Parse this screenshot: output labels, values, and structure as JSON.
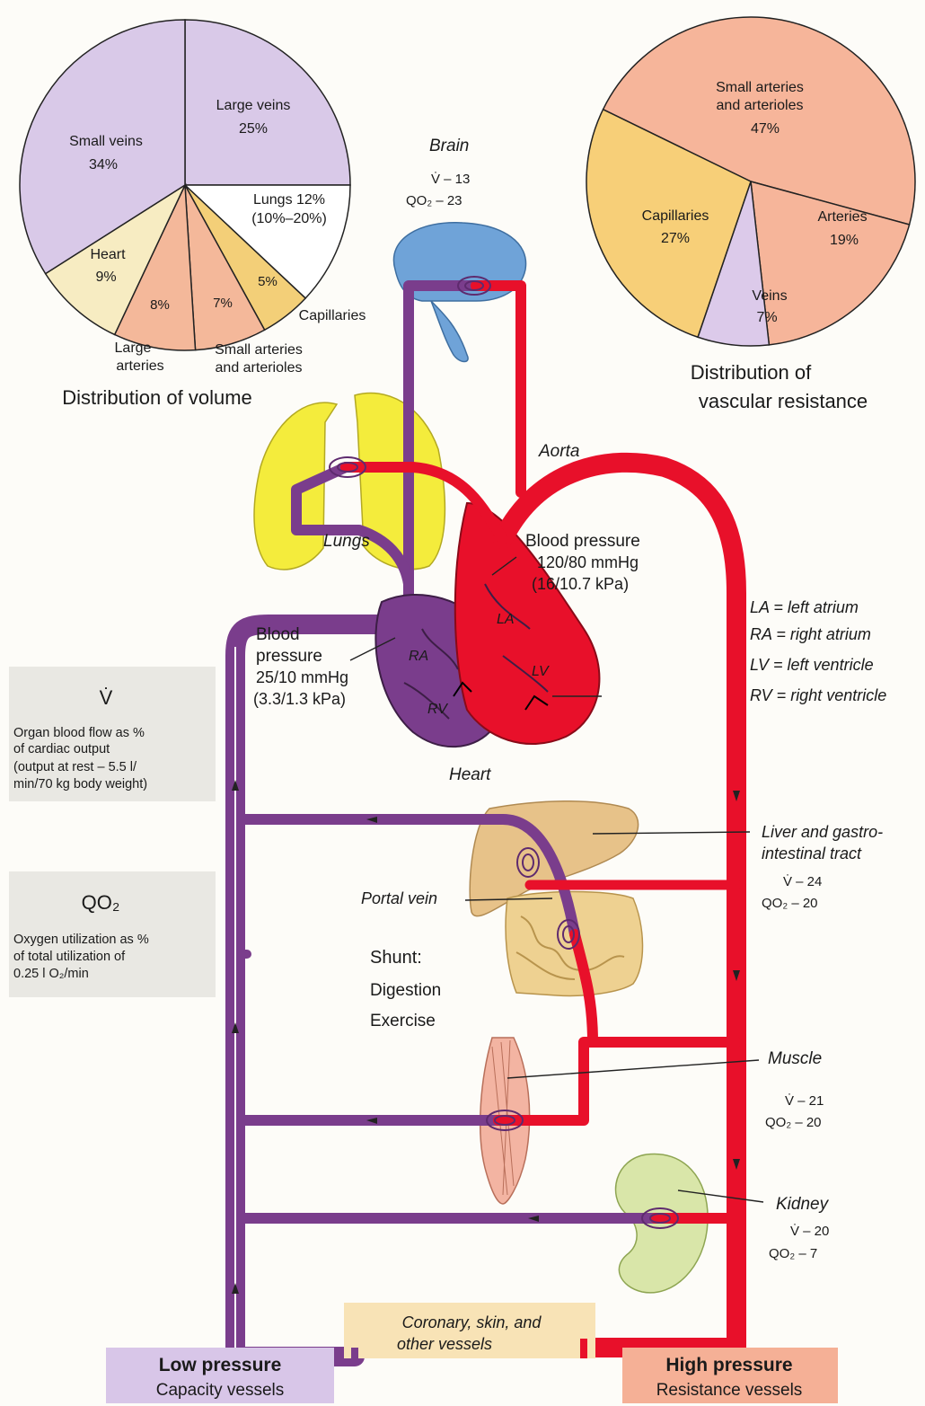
{
  "volume_pie": {
    "title": "Distribution of volume",
    "slices": [
      {
        "label": "Large veins",
        "value": "25%",
        "pct": 25,
        "color": "#d9c9e8"
      },
      {
        "label": "Lungs 12%",
        "value": "(10%–20%)",
        "pct": 12,
        "color": "#ffffff"
      },
      {
        "label": "Capillaries",
        "value": "5%",
        "pct": 5,
        "color": "#f3cf78"
      },
      {
        "label": "Small arteries and arterioles",
        "value": "7%",
        "pct": 7,
        "color": "#f4b89a"
      },
      {
        "label": "Large arteries",
        "value": "8%",
        "pct": 8,
        "color": "#f4b89a"
      },
      {
        "label": "Heart",
        "value": "9%",
        "pct": 9,
        "color": "#f7ecc2"
      },
      {
        "label": "Small veins",
        "value": "34%",
        "pct": 34,
        "color": "#d9c9e8"
      }
    ],
    "labels": {
      "large_veins": "Large veins",
      "large_veins_v": "25%",
      "small_veins": "Small veins",
      "small_veins_v": "34%",
      "lungs": "Lungs 12%",
      "lungs_v": "(10%–20%)",
      "heart": "Heart",
      "heart_v": "9%",
      "large_art_v": "8%",
      "small_art_v": "7%",
      "cap_v": "5%",
      "capillaries": "Capillaries",
      "large_art_1": "Large",
      "large_art_2": "arteries",
      "small_art_1": "Small arteries",
      "small_art_2": "and arterioles"
    }
  },
  "resistance_pie": {
    "title_1": "Distribution of",
    "title_2": "vascular resistance",
    "slices": [
      {
        "label": "Small arteries and arterioles",
        "value": "47%",
        "pct": 47,
        "color": "#f6b59a"
      },
      {
        "label": "Arteries",
        "value": "19%",
        "pct": 19,
        "color": "#f6b59a"
      },
      {
        "label": "Veins",
        "value": "7%",
        "pct": 7,
        "color": "#dccaea"
      },
      {
        "label": "Capillaries",
        "value": "27%",
        "pct": 27,
        "color": "#f7cf78"
      }
    ],
    "labels": {
      "small_art_1": "Small arteries",
      "small_art_2": "and arterioles",
      "small_art_v": "47%",
      "cap": "Capillaries",
      "cap_v": "27%",
      "art": "Arteries",
      "art_v": "19%",
      "veins": "Veins",
      "veins_v": "7%"
    }
  },
  "organs": {
    "brain": {
      "name": "Brain",
      "v": "V̇ – 13",
      "q": "QO₂ – 23"
    },
    "liver": {
      "name_1": "Liver and gastro-",
      "name_2": "intestinal tract",
      "v": "V̇ – 24",
      "q": "QO₂ – 20"
    },
    "muscle": {
      "name": "Muscle",
      "v": "V̇ – 21",
      "q": "QO₂ – 20"
    },
    "kidney": {
      "name": "Kidney",
      "v": "V̇ – 20",
      "q": "QO₂ –   7"
    },
    "lungs": "Lungs",
    "heart": "Heart",
    "aorta": "Aorta",
    "portal_vein": "Portal vein",
    "coronary_1": "Coronary, skin, and",
    "coronary_2": "other vessels"
  },
  "pressures": {
    "high_1": "Blood pressure",
    "high_2": "120/80 mmHg",
    "high_3": "(16/10.7 kPa)",
    "low_1": "Blood",
    "low_2": "pressure",
    "low_3": "25/10 mmHg",
    "low_4": "(3.3/1.3 kPa)"
  },
  "chambers": {
    "la": "LA",
    "ra": "RA",
    "lv": "LV",
    "rv": "RV"
  },
  "abbrev": {
    "la": "LA = left atrium",
    "ra": "RA = right atrium",
    "lv": "LV = left ventricle",
    "rv": "RV = right ventricle"
  },
  "legend": {
    "v_symbol": "V̇",
    "v_1": "Organ blood flow as %",
    "v_2": "of cardiac output",
    "v_3": "(output at rest – 5.5 l/",
    "v_4": "min/70 kg body weight)",
    "q_symbol": "QO₂",
    "q_1": "Oxygen utilization as %",
    "q_2": "of total utilization of",
    "q_3": "0.25 l O₂/min"
  },
  "shunt": {
    "title": "Shunt:",
    "a": "Digestion",
    "b": "Exercise"
  },
  "footer": {
    "low_title": "Low pressure",
    "low_sub": "Capacity vessels",
    "high_title": "High pressure",
    "high_sub": "Resistance vessels"
  },
  "colors": {
    "artery": "#e8102a",
    "vein": "#7a3d8c",
    "vein_dark": "#5e2a6e"
  }
}
